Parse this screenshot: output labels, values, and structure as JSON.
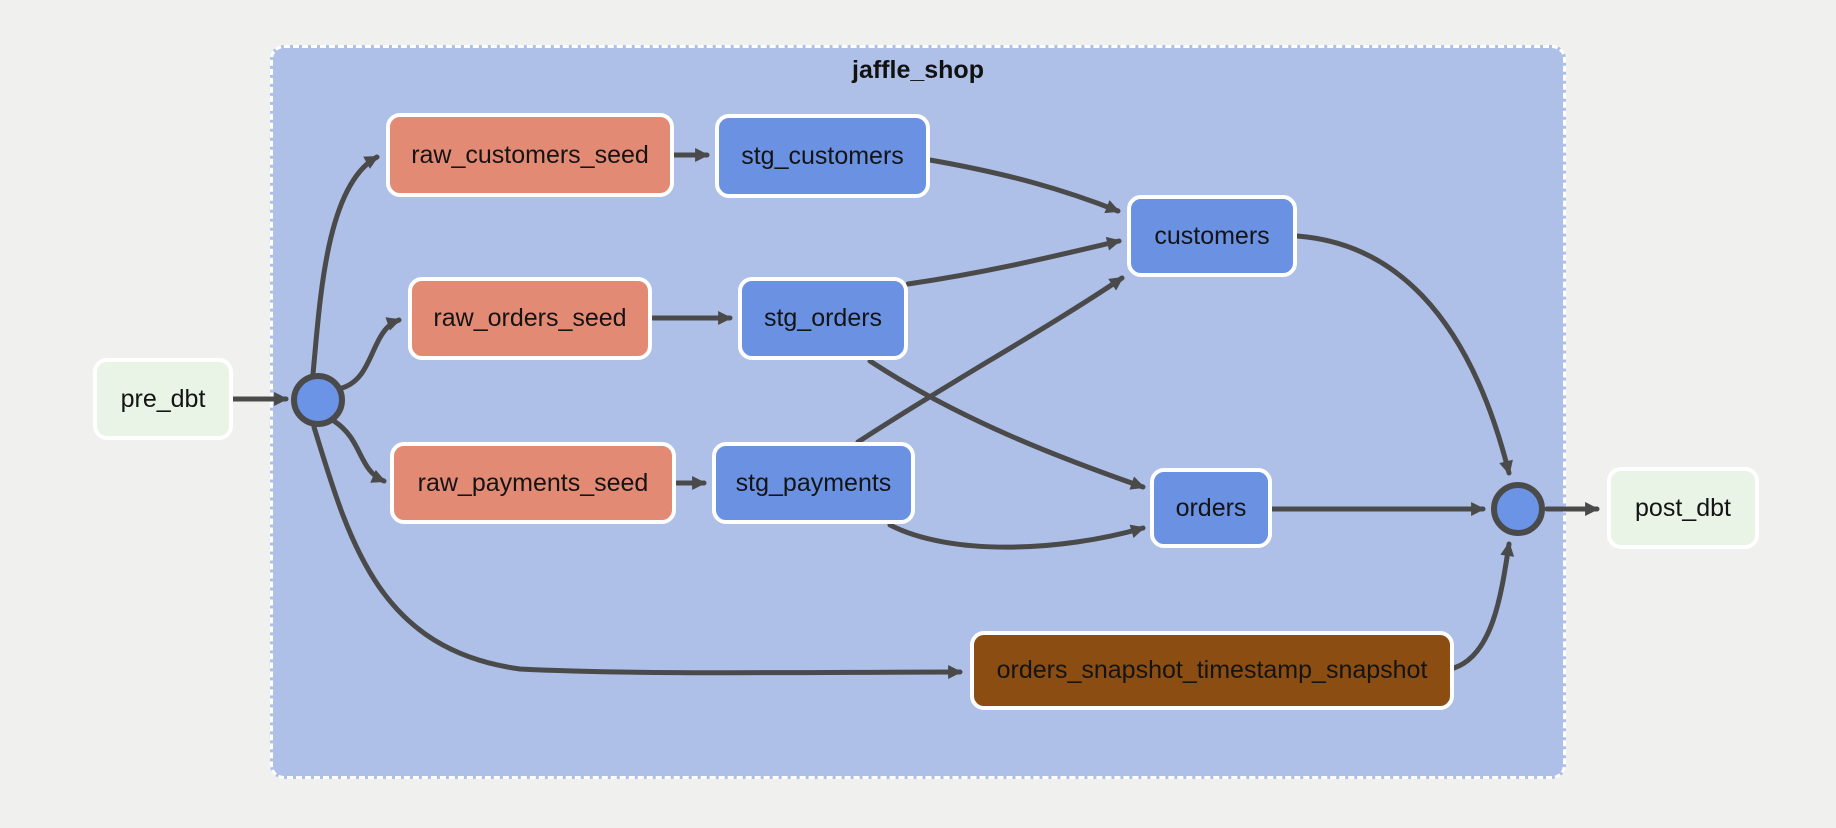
{
  "group": {
    "title": "jaffle_shop"
  },
  "nodes": {
    "pre_dbt": {
      "label": "pre_dbt",
      "type": "external"
    },
    "post_dbt": {
      "label": "post_dbt",
      "type": "external"
    },
    "raw_customers_seed": {
      "label": "raw_customers_seed",
      "type": "seed"
    },
    "raw_orders_seed": {
      "label": "raw_orders_seed",
      "type": "seed"
    },
    "raw_payments_seed": {
      "label": "raw_payments_seed",
      "type": "seed"
    },
    "stg_customers": {
      "label": "stg_customers",
      "type": "model"
    },
    "stg_orders": {
      "label": "stg_orders",
      "type": "model"
    },
    "stg_payments": {
      "label": "stg_payments",
      "type": "model"
    },
    "customers": {
      "label": "customers",
      "type": "model"
    },
    "orders": {
      "label": "orders",
      "type": "model"
    },
    "orders_snapshot_timestamp_snapshot": {
      "label": "orders_snapshot_timestamp_snapshot",
      "type": "snapshot"
    }
  },
  "junctions": {
    "entry": {
      "name": "jaffle_shop.entry"
    },
    "exit": {
      "name": "jaffle_shop.exit"
    }
  },
  "edges": [
    {
      "from": "pre_dbt",
      "to": "jaffle_shop.entry"
    },
    {
      "from": "jaffle_shop.entry",
      "to": "raw_customers_seed"
    },
    {
      "from": "jaffle_shop.entry",
      "to": "raw_orders_seed"
    },
    {
      "from": "jaffle_shop.entry",
      "to": "raw_payments_seed"
    },
    {
      "from": "jaffle_shop.entry",
      "to": "orders_snapshot_timestamp_snapshot"
    },
    {
      "from": "raw_customers_seed",
      "to": "stg_customers"
    },
    {
      "from": "raw_orders_seed",
      "to": "stg_orders"
    },
    {
      "from": "raw_payments_seed",
      "to": "stg_payments"
    },
    {
      "from": "stg_customers",
      "to": "customers"
    },
    {
      "from": "stg_orders",
      "to": "customers"
    },
    {
      "from": "stg_orders",
      "to": "orders"
    },
    {
      "from": "stg_payments",
      "to": "customers"
    },
    {
      "from": "stg_payments",
      "to": "orders"
    },
    {
      "from": "customers",
      "to": "jaffle_shop.exit"
    },
    {
      "from": "orders",
      "to": "jaffle_shop.exit"
    },
    {
      "from": "orders_snapshot_timestamp_snapshot",
      "to": "jaffle_shop.exit"
    },
    {
      "from": "jaffle_shop.exit",
      "to": "post_dbt"
    }
  ],
  "colors": {
    "canvas_background": "#f0f0ee",
    "group_fill": "#aec0e8",
    "group_border": "#ffffff",
    "seed_node": "#e38a74",
    "model_node": "#6b91e2",
    "snapshot_node": "#8b4d12",
    "external_node": "#e9f4e6",
    "node_border": "#ffffff",
    "junction_fill": "#6b93e6",
    "edge": "#4a4a4a",
    "text": "#141414"
  }
}
